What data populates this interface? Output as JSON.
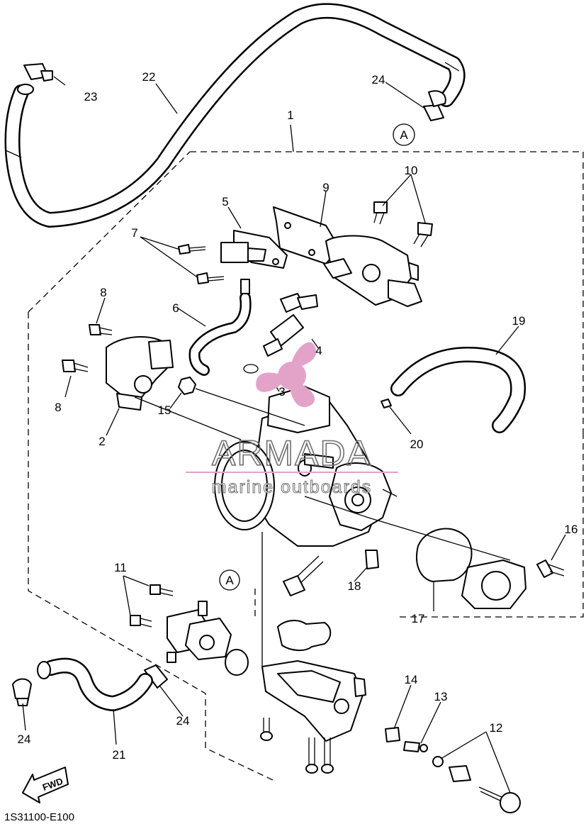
{
  "diagram": {
    "code": "1S31100-E100",
    "fwd_label": "FWD",
    "callout_a": "A",
    "labels": [
      "1",
      "2",
      "3",
      "4",
      "5",
      "6",
      "7",
      "8",
      "8",
      "9",
      "10",
      "11",
      "12",
      "13",
      "14",
      "15",
      "16",
      "17",
      "18",
      "19",
      "20",
      "21",
      "22",
      "23",
      "24",
      "24",
      "24"
    ]
  },
  "watermark": {
    "brand": "ARMADA",
    "tagline": "marine outboards",
    "accent_color": "#e3a3c8",
    "line_color": "#6f6f6f"
  }
}
